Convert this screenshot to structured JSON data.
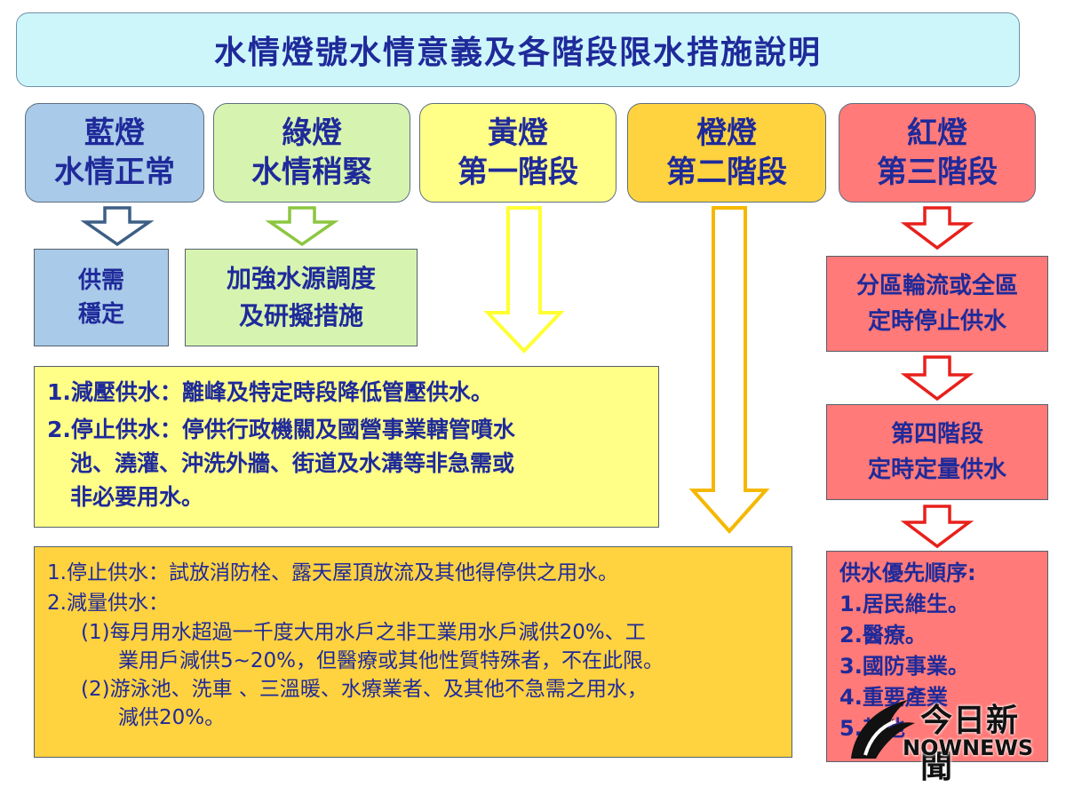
{
  "title": "水情燈號水情意義及各階段限水措施說明",
  "stages": [
    {
      "line1": "藍燈",
      "line2": "水情正常",
      "color": "#a9cae8"
    },
    {
      "line1": "綠燈",
      "line2": "水情稍緊",
      "color": "#d6f4b0"
    },
    {
      "line1": "黃燈",
      "line2": "第一階段",
      "color": "#ffff88"
    },
    {
      "line1": "橙燈",
      "line2": "第二階段",
      "color": "#ffd23f"
    },
    {
      "line1": "紅燈",
      "line2": "第三階段",
      "color": "#ff7a78"
    }
  ],
  "blue_box": {
    "line1": "供需",
    "line2": "穩定"
  },
  "green_box": {
    "line1": "加強水源調度",
    "line2": "及研擬措施"
  },
  "red_box1": {
    "line1": "分區輪流或全區",
    "line2": "定時停止供水"
  },
  "red_box2": {
    "line1": "第四階段",
    "line2": "定時定量供水"
  },
  "yellow_measures": {
    "item1": "1.減壓供水：離峰及特定時段降低管壓供水。",
    "item2_line1": "2.停止供水：停供行政機關及國營事業轄管噴水",
    "item2_line2": "池、澆灌、沖洗外牆、街道及水溝等非急需或",
    "item2_line3": "非必要用水。"
  },
  "orange_measures": {
    "line1": "1.停止供水：試放消防栓、露天屋頂放流及其他得停供之用水。",
    "line2": "2.減量供水：",
    "sub1_line1": "(1)每月用水超過一千度大用水戶之非工業用水戶減供20%、工",
    "sub1_line2": "業用戶減供5~20%，但醫療或其他性質特殊者，不在此限。",
    "sub2_line1": "(2)游泳池、洗車 、三溫暖、水療業者、及其他不急需之用水，",
    "sub2_line2": "減供20%。"
  },
  "priority": {
    "heading": "供水優先順序:",
    "items": [
      "1.居民維生。",
      "2.醫療。",
      "3.國防事業。",
      "4.重要產業",
      "5.其他"
    ]
  },
  "logo": {
    "cn": "今日新聞",
    "en": "NOWNEWS"
  },
  "colors": {
    "text": "#1f2a9a",
    "title_bg": "#cdf6fb",
    "arrow_blue": "#3d5f85",
    "arrow_green": "#8cc63f",
    "arrow_yellow": "#ffff33",
    "arrow_orange": "#f5b800",
    "arrow_red": "#e8201b"
  }
}
